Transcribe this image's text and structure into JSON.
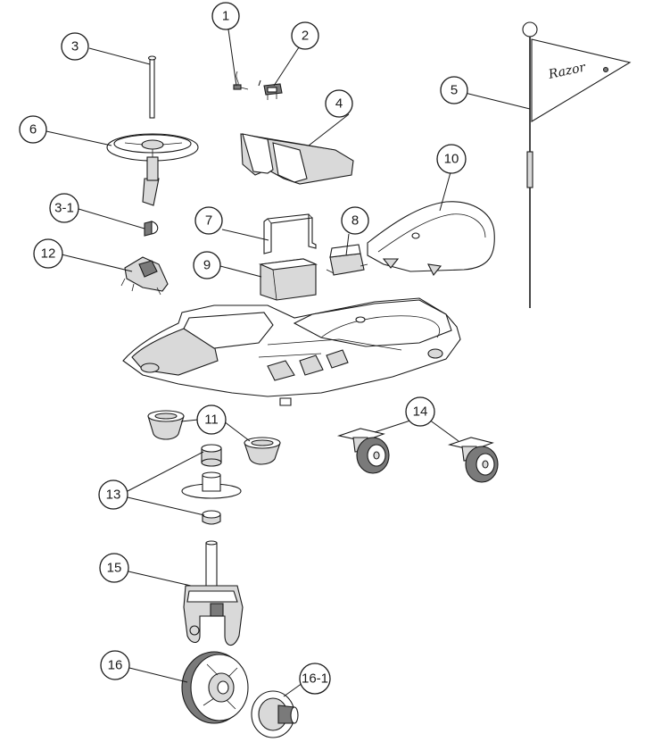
{
  "callouts": {
    "c1": "1",
    "c2": "2",
    "c3": "3",
    "c3_1": "3-1",
    "c4": "4",
    "c5": "5",
    "c6": "6",
    "c7": "7",
    "c8": "8",
    "c9": "9",
    "c10": "10",
    "c11": "11",
    "c12": "12",
    "c13": "13",
    "c14": "14",
    "c15": "15",
    "c16": "16",
    "c16_1": "16-1"
  },
  "flag": {
    "brand": "Razor"
  },
  "colors": {
    "ink": "#1a1a1a",
    "fill_light": "#d9d9d9",
    "fill_dark": "#7a7a7a"
  }
}
